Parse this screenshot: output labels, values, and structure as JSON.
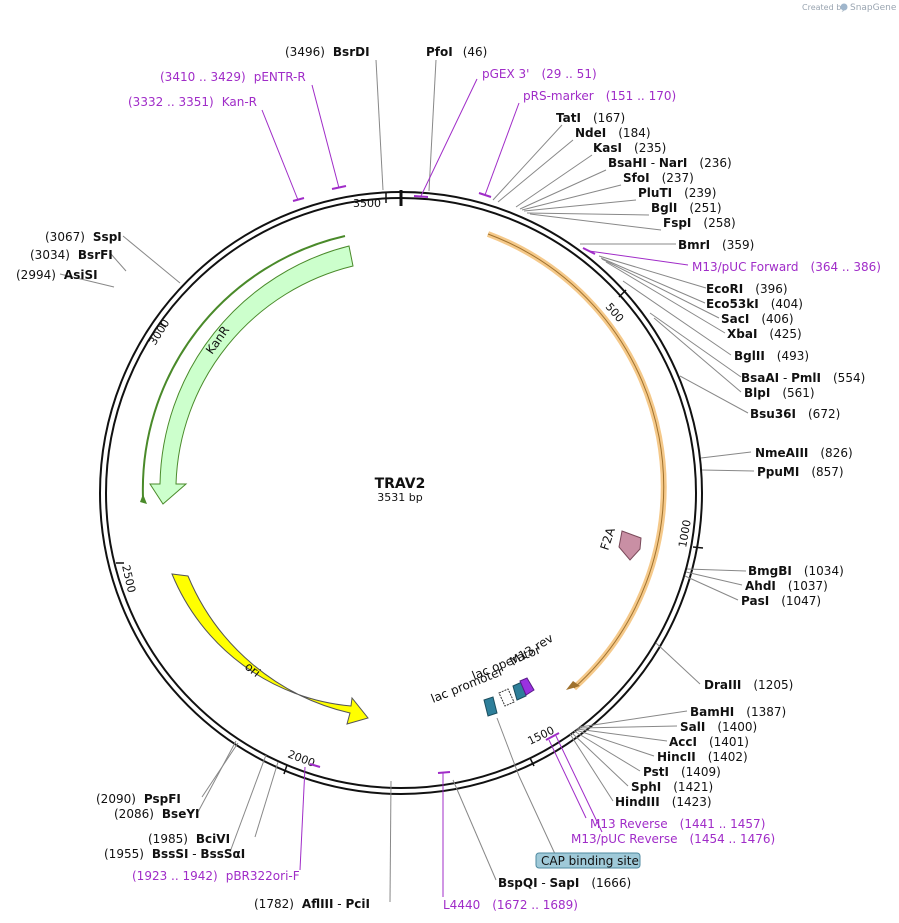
{
  "brand": {
    "text": "Created by",
    "product": "SnapGene"
  },
  "plasmid": {
    "name": "TRAV2",
    "length": "3531 bp"
  },
  "ticks": [
    "3500",
    "500",
    "1000",
    "1500",
    "2000",
    "2500",
    "3000"
  ],
  "features": {
    "kanr": "KanR",
    "ori": "ori",
    "f2a": "F2A",
    "lac_operator": "lac operator",
    "lac_promoter": "lac promoter",
    "m13_rev": "M13 rev",
    "cap": "CAP binding site"
  },
  "sites": {
    "bsrdi": {
      "pos": "(3496)",
      "name": "BsrDI"
    },
    "pfoi": {
      "name": "PfoI",
      "pos": "(46)"
    },
    "tati": {
      "name": "TatI",
      "pos": "(167)"
    },
    "ndei": {
      "name": "NdeI",
      "pos": "(184)"
    },
    "kasi": {
      "name": "KasI",
      "pos": "(235)"
    },
    "bsahi": {
      "name": "BsaHI",
      "sep": " - ",
      "name2": "NarI",
      "pos": "(236)"
    },
    "sfoi": {
      "name": "SfoI",
      "pos": "(237)"
    },
    "pluti": {
      "name": "PluTI",
      "pos": "(239)"
    },
    "bgli": {
      "name": "BglI",
      "pos": "(251)"
    },
    "fspi": {
      "name": "FspI",
      "pos": "(258)"
    },
    "bmri": {
      "name": "BmrI",
      "pos": "(359)"
    },
    "ecori": {
      "name": "EcoRI",
      "pos": "(396)"
    },
    "eco53ki": {
      "name": "Eco53kI",
      "pos": "(404)"
    },
    "saci": {
      "name": "SacI",
      "pos": "(406)"
    },
    "xbai": {
      "name": "XbaI",
      "pos": "(425)"
    },
    "bglii": {
      "name": "BglII",
      "pos": "(493)"
    },
    "bsaai": {
      "name": "BsaAI",
      "sep": " - ",
      "name2": "PmlI",
      "pos": "(554)"
    },
    "blpi": {
      "name": "BlpI",
      "pos": "(561)"
    },
    "bsu36i": {
      "name": "Bsu36I",
      "pos": "(672)"
    },
    "nmeaiii": {
      "name": "NmeAIII",
      "pos": "(826)"
    },
    "ppumi": {
      "name": "PpuMI",
      "pos": "(857)"
    },
    "bmgbi": {
      "name": "BmgBI",
      "pos": "(1034)"
    },
    "ahdi": {
      "name": "AhdI",
      "pos": "(1037)"
    },
    "pasi": {
      "name": "PasI",
      "pos": "(1047)"
    },
    "draiii": {
      "name": "DraIII",
      "pos": "(1205)"
    },
    "bamhi": {
      "name": "BamHI",
      "pos": "(1387)"
    },
    "sali": {
      "name": "SalI",
      "pos": "(1400)"
    },
    "acci": {
      "name": "AccI",
      "pos": "(1401)"
    },
    "hincii": {
      "name": "HincII",
      "pos": "(1402)"
    },
    "psti": {
      "name": "PstI",
      "pos": "(1409)"
    },
    "sphi": {
      "name": "SphI",
      "pos": "(1421)"
    },
    "hindiii": {
      "name": "HindIII",
      "pos": "(1423)"
    },
    "bspqi": {
      "name": "BspQI",
      "sep": " - ",
      "name2": "SapI",
      "pos": "(1666)"
    },
    "aflii": {
      "pos": "(1782)",
      "name": "AflIII",
      "sep": " - ",
      "name2": "PciI"
    },
    "bssi": {
      "pos": "(1955)",
      "name": "BssSI",
      "sep": " - ",
      "name2": "BssSαI"
    },
    "bcivi": {
      "pos": "(1985)",
      "name": "BciVI"
    },
    "bseyi": {
      "pos": "(2086)",
      "name": "BseYI"
    },
    "psfpi": {
      "pos": "(2090)",
      "name": "PspFI"
    },
    "asisi": {
      "pos": "(2994)",
      "name": "AsiSI"
    },
    "bsrfi": {
      "pos": "(3034)",
      "name": "BsrFI"
    },
    "sspi": {
      "pos": "(3067)",
      "name": "SspI"
    }
  },
  "primers": {
    "pentr_r": {
      "range": "(3410 .. 3429)",
      "name": "pENTR-R"
    },
    "kan_r": {
      "range": "(3332 .. 3351)",
      "name": "Kan-R"
    },
    "pgex3": {
      "name": "pGEX 3'",
      "range": "(29 .. 51)"
    },
    "prs": {
      "name": "pRS-marker",
      "range": "(151 .. 170)"
    },
    "m13puc_fwd": {
      "name": "M13/pUC Forward",
      "range": "(364 .. 386)"
    },
    "m13_reverse": {
      "name": "M13 Reverse",
      "range": "(1441 .. 1457)"
    },
    "m13puc_rev": {
      "name": "M13/pUC Reverse",
      "range": "(1454 .. 1476)"
    },
    "l4440": {
      "name": "L4440",
      "range": "(1672 .. 1689)"
    },
    "pbr322": {
      "range": "(1923 .. 1942)",
      "name": "pBR322ori-F"
    }
  },
  "colors": {
    "backbone": "#111111",
    "primer": "#a02cc8",
    "kanr_fill": "#ccffcc",
    "kanr_stroke": "#4a8a2a",
    "ori_fill": "#ffff00",
    "orf_outline": "#f5c98a",
    "f2a_fill": "#c98fa4",
    "cap_fill": "#9fc9d8",
    "lac_promoter_fill": "#2e7f9a",
    "m13rev_fill": "#9a31e0"
  }
}
